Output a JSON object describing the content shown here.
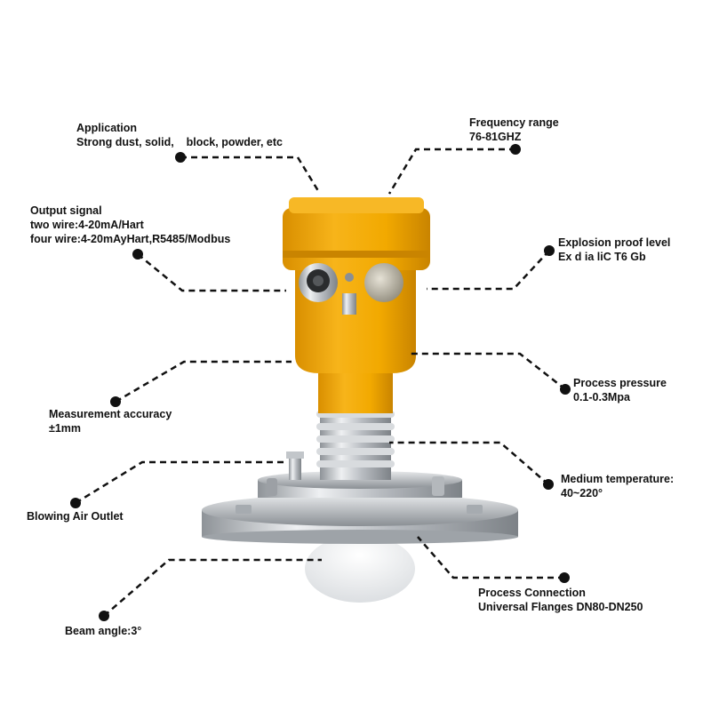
{
  "callouts": {
    "application": {
      "title": "Application",
      "lines": [
        "Strong dust, solid,    block, powder, etc"
      ]
    },
    "frequency": {
      "title": "Frequency range",
      "lines": [
        "76-81GHZ"
      ]
    },
    "output": {
      "title": "Output signal",
      "lines": [
        "two wire:4-20mA/Hart",
        "four wire:4-20mAyHart,R5485/Modbus"
      ]
    },
    "explosion": {
      "title": "Explosion proof level",
      "lines": [
        "Ex d ia liC T6 Gb"
      ]
    },
    "pressure": {
      "title": "Process pressure",
      "lines": [
        "0.1-0.3Mpa"
      ]
    },
    "accuracy": {
      "title": "Measurement accuracy",
      "lines": [
        "±1mm"
      ]
    },
    "temperature": {
      "title": "Medium temperature:",
      "lines": [
        "40~220°"
      ]
    },
    "air": {
      "title": "Blowing Air Outlet",
      "lines": []
    },
    "connection": {
      "title": "Process Connection",
      "lines": [
        "Universal Flanges DN80-DN250"
      ]
    },
    "beam": {
      "title": "Beam angle:3°",
      "lines": []
    }
  },
  "colors": {
    "housing": "#f2a900",
    "housing_dark": "#d48f00",
    "steel": "#c9ccd0",
    "text": "#111111"
  }
}
